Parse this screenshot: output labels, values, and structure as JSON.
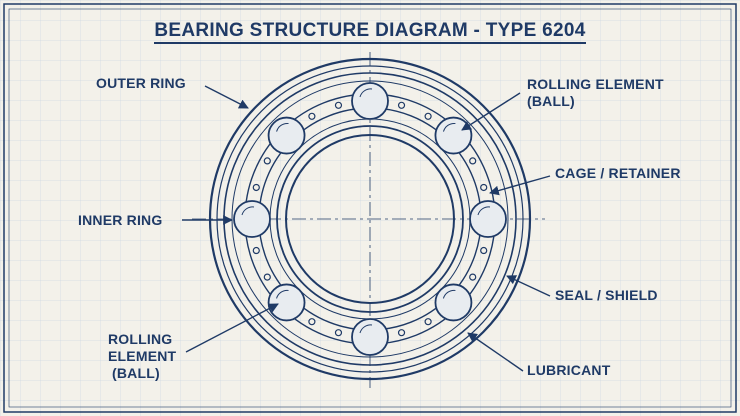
{
  "title": "BEARING STRUCTURE DIAGRAM - TYPE 6204",
  "labels": {
    "outer_ring": "OUTER RING",
    "inner_ring": "INNER RING",
    "rolling_element_top_1": "ROLLING ELEMENT",
    "rolling_element_top_2": "(BALL)",
    "cage": "CAGE / RETAINER",
    "seal": "SEAL / SHIELD",
    "lubricant": "LUBRICANT",
    "rolling_element_bottom_1": "ROLLING",
    "rolling_element_bottom_2": "ELEMENT",
    "rolling_element_bottom_3": "(BALL)"
  },
  "colors": {
    "ink": "#1f3a66",
    "grid": "#c9d3de",
    "paper": "#f3f1ea"
  }
}
